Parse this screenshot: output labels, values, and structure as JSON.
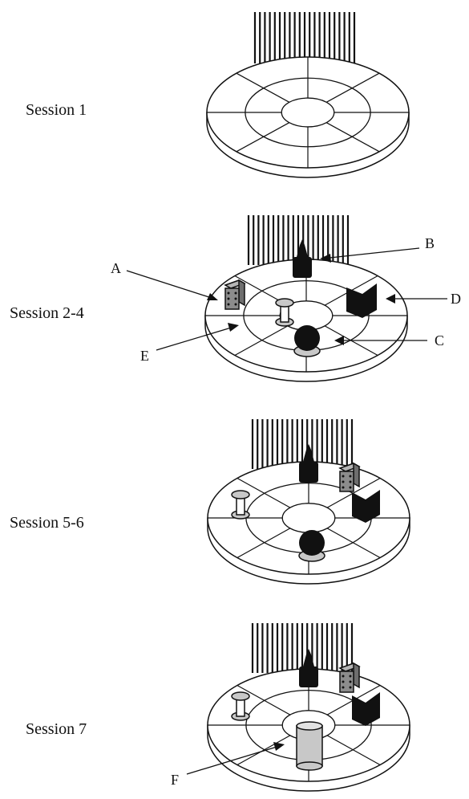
{
  "panels": [
    {
      "id": "s1",
      "session_label": "Session 1",
      "objects": [],
      "callouts": []
    },
    {
      "id": "s2",
      "session_label": "Session 2-4",
      "objects": [
        "die",
        "tower",
        "spool",
        "ball",
        "book"
      ],
      "callouts": [
        "A",
        "B",
        "C",
        "D",
        "E"
      ]
    },
    {
      "id": "s3",
      "session_label": "Session 5-6",
      "objects": [
        "tower",
        "die",
        "book",
        "spool",
        "ball"
      ],
      "callouts": []
    },
    {
      "id": "s4",
      "session_label": "Session 7",
      "objects": [
        "tower",
        "die",
        "book",
        "spool",
        "cylinder"
      ],
      "callouts": [
        "F"
      ]
    }
  ],
  "colors": {
    "line": "#111111",
    "object_dark": "#111111",
    "die_fill": "#8c8c8c",
    "light_gray": "#c8c8c8"
  }
}
